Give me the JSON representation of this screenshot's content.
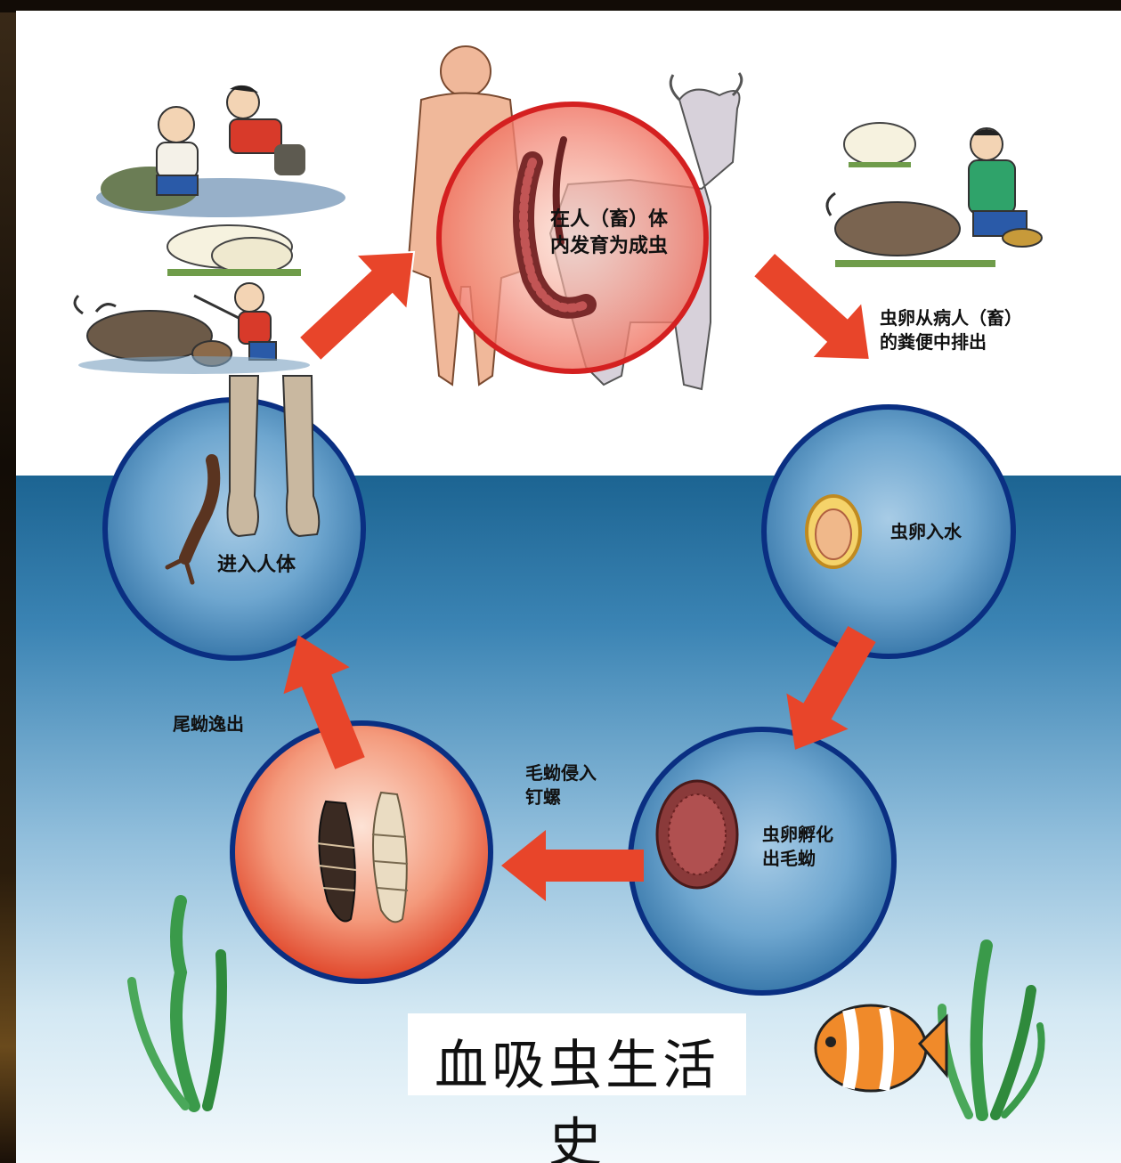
{
  "title": "血吸虫生活史",
  "stages": {
    "host": "在人（畜）体\n内发育为成虫",
    "eggs_excreted": "虫卵从病人（畜）\n的粪便中排出",
    "eggs_water": "虫卵入水",
    "hatch": "虫卵孵化\n出毛蚴",
    "miracidia_snail": "毛蚴侵入\n钉螺",
    "cercaria_exit": "尾蚴逸出",
    "enter_body": "进入人体"
  },
  "colors": {
    "arrow": "#e8452a",
    "circle_border": "#0a2f82",
    "host_circle": "#d42020",
    "water_top": "#1c6492"
  }
}
